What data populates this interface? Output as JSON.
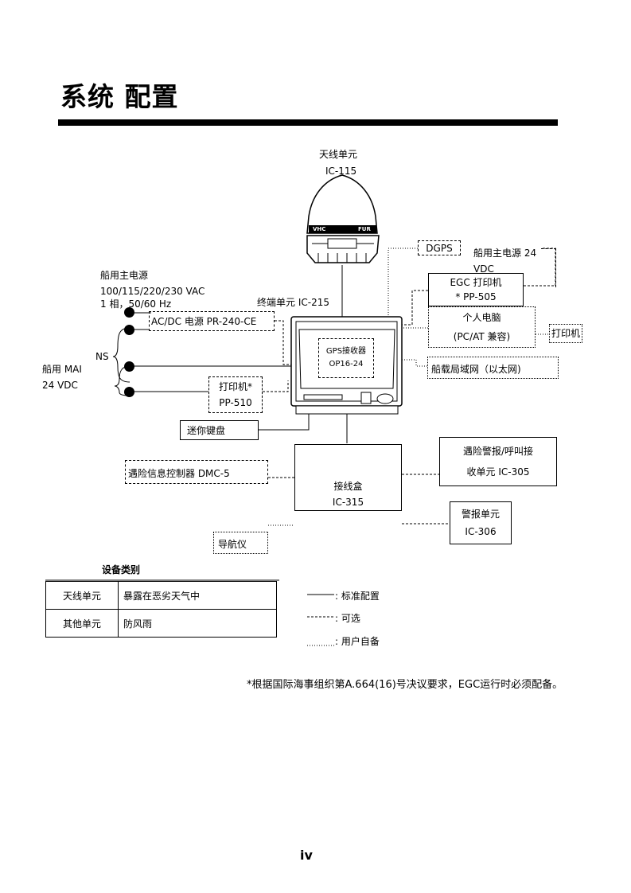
{
  "page": {
    "title": "系统 配置",
    "page_number": "iv"
  },
  "antenna": {
    "label": "天线单元",
    "model": "IC-115",
    "brand_marks": [
      "VHC",
      "FUR"
    ]
  },
  "dgps": {
    "label": "DGPS"
  },
  "power24": {
    "label": "船用主电源 24",
    "label2": "VDC"
  },
  "egc_printer": {
    "label": "EGC 打印机",
    "model": "* PP-505"
  },
  "pc": {
    "label": "个人电脑",
    "model": "(PC/AT 兼容)"
  },
  "pc_printer": {
    "label": "打印机"
  },
  "lan": {
    "label": "船载局域网（以太网)"
  },
  "ship_power": {
    "title": "船用主电源",
    "spec": "100/115/220/230 VAC",
    "spec2": "1 相，50/60 Hz"
  },
  "acdc": {
    "label": "AC/DC 电源 PR-240-CE"
  },
  "terminal": {
    "label": "终端单元 IC-215",
    "gps_label": "GPS接收器",
    "gps_model": "OP16-24"
  },
  "ns_label": "NS",
  "ship_dc": {
    "label": "船用 MAI",
    "spec": "24 VDC"
  },
  "printer510": {
    "label": "打印机*",
    "model": "PP-510"
  },
  "mini_keyboard": {
    "label": "迷你键盘"
  },
  "dmc": {
    "label": "遇险信息控制器 DMC-5"
  },
  "junction": {
    "label": "接线盒",
    "model": "IC-315"
  },
  "distress_alert": {
    "label": "遇险警报/呼叫接",
    "model": "收单元 IC-305"
  },
  "alarm_unit": {
    "label": "警报单元",
    "model": "IC-306"
  },
  "navigator": {
    "label": "导航仪"
  },
  "category": {
    "heading": "设备类别",
    "rows": [
      {
        "unit": "天线单元",
        "desc": "暴露在恶劣天气中"
      },
      {
        "unit": "其他单元",
        "desc": "防风雨"
      }
    ]
  },
  "legend": {
    "standard": ": 标准配置",
    "optional": ": 可选",
    "user": ": 用户自备"
  },
  "footnote": "*根据国际海事组织第A.664(16)号决议要求，EGC运行时必须配备。"
}
